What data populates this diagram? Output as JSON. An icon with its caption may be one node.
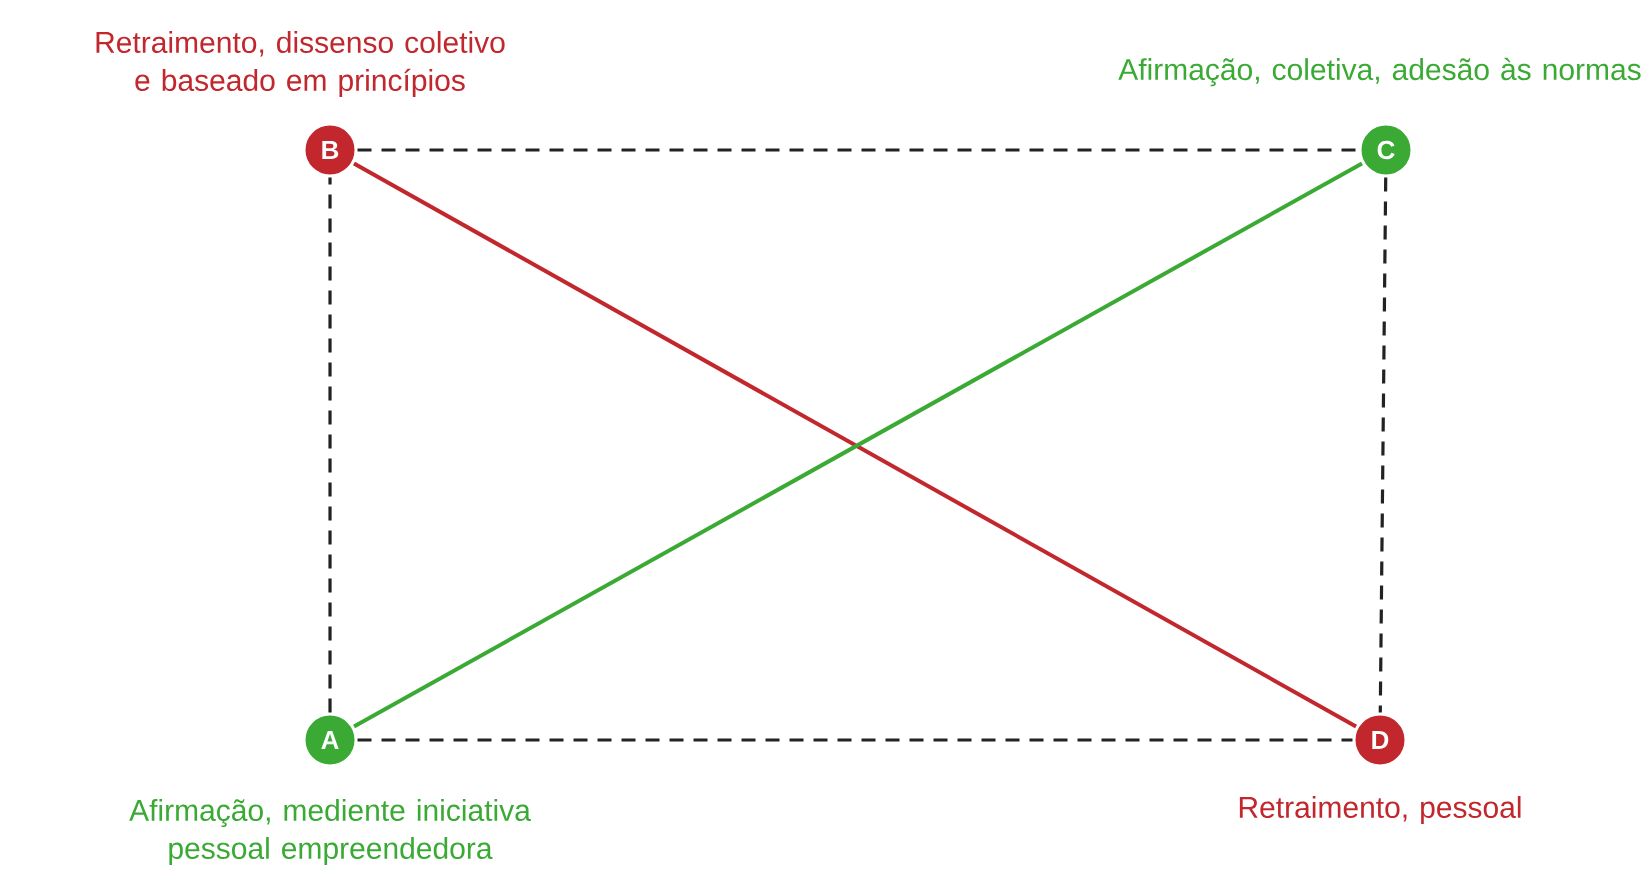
{
  "diagram": {
    "nodes": [
      {
        "text": [
          "B"
        ],
        "beside": [
          "Retraimento, dissenso coletivo e baseado em princípios"
        ]
      },
      {
        "text": [
          "C"
        ],
        "beside": [
          "Afirmação, coletiva, adesão às normas"
        ]
      },
      {
        "text": [
          "A"
        ],
        "beside": [
          "Afirmação, mediente iniciativa pessoal empreendedora"
        ]
      },
      {
        "text": [
          "D"
        ],
        "beside": [
          "Retraimento, pessoal"
        ]
      }
    ],
    "edges": [
      {
        "from": 0,
        "to": 1,
        "arrow": "none",
        "style": "dashed"
      },
      {
        "from": 1,
        "to": 3,
        "arrow": "none",
        "style": "dashed"
      },
      {
        "from": 2,
        "to": 3,
        "arrow": "none",
        "style": "dashed"
      },
      {
        "from": 2,
        "to": 0,
        "arrow": "none",
        "style": "dashed"
      },
      {
        "from": 0,
        "to": 3,
        "arrow": "none",
        "color": "#c1272d"
      },
      {
        "from": 2,
        "to": 1,
        "arrow": "none",
        "color": "#3aaa35"
      }
    ]
  }
}
